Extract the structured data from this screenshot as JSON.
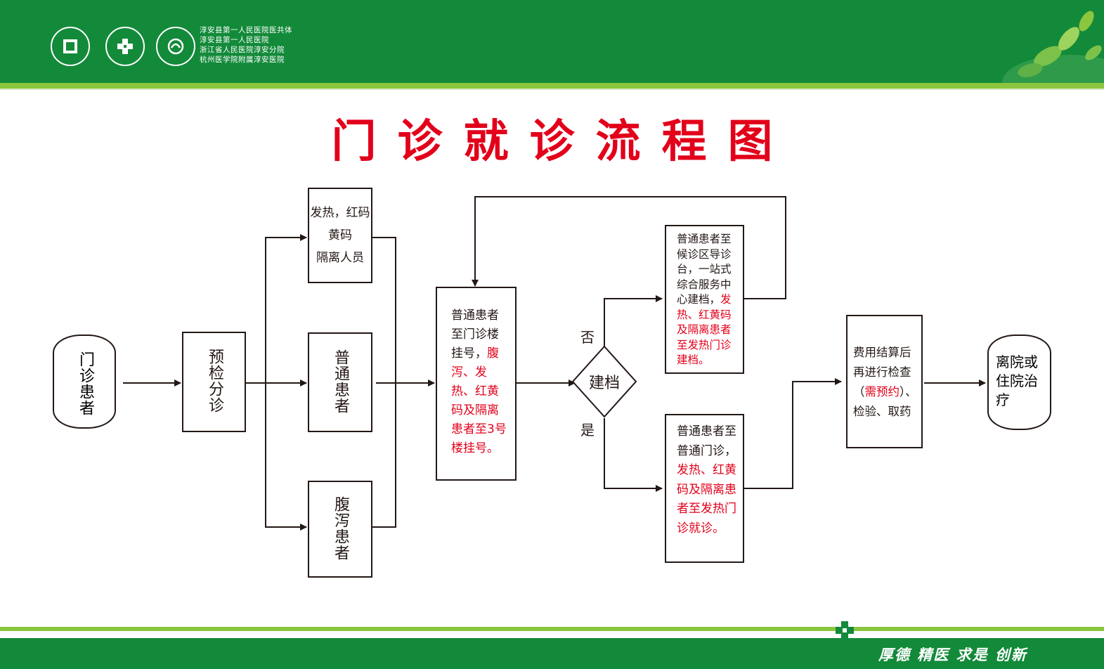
{
  "header": {
    "hospital_lines": [
      "淳安县第一人民医院医共体",
      "淳安县第一人民医院",
      "浙江省人民医院淳安分院",
      "杭州医学院附属淳安医院"
    ]
  },
  "title": "门诊就诊流程图",
  "flow": {
    "start": "门诊患者",
    "triage": "预检分诊",
    "fever": [
      "发热，红码",
      "黄码",
      "隔离人员"
    ],
    "normal": "普通患者",
    "diarrhea": "腹泻患者",
    "register": {
      "text_black": "普通患者至门诊楼挂号，",
      "text_red": "腹泻、发热、红黄码及隔离患者至3号楼挂号。"
    },
    "decision": "建档",
    "no_label": "否",
    "yes_label": "是",
    "no_branch": {
      "text_black": "普通患者至候诊区导诊台，一站式综合服务中心建档，",
      "text_red": "发热、红黄码及隔离患者至发热门诊建档。"
    },
    "yes_branch": {
      "text_black": "普通患者至普通门诊，",
      "text_red": "发热、红黄码及隔离患者至发热门诊就诊。"
    },
    "payment": {
      "part1": "费用结算后再进行检查（",
      "part2_red": "需预约",
      "part3": "）、检验、取药"
    },
    "end": "离院或住院治疗"
  },
  "footer": {
    "slogan": "厚德  精医  求是  创新"
  },
  "colors": {
    "brand_green": "#138a3a",
    "light_green": "#8cc63f",
    "accent_red": "#e2001a"
  }
}
